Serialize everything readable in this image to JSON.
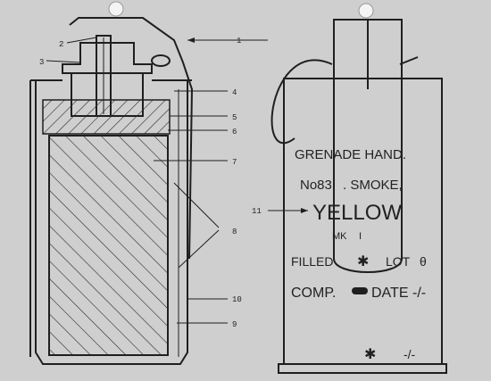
{
  "callouts": [
    "1",
    "2",
    "3",
    "4",
    "5",
    "6",
    "7",
    "8",
    "11",
    "10",
    "9"
  ],
  "stencil": {
    "line1": "GRENADE HAND.",
    "line2a": "No83",
    "line2b": ". SMOKE,",
    "line3": "YELLOW",
    "line4": "MK",
    "line4b": "I",
    "line5a": "FILLED",
    "line5b": "LOT",
    "line6a": "COMP.",
    "line6b": "DATE",
    "line6c": "-/-",
    "line7": "-/-"
  },
  "colors": {
    "paper": "#cfcfcf",
    "ink": "#1f1f1f"
  },
  "icons": [
    "asterisk-symbol",
    "theta-symbol",
    "dash-symbol"
  ]
}
